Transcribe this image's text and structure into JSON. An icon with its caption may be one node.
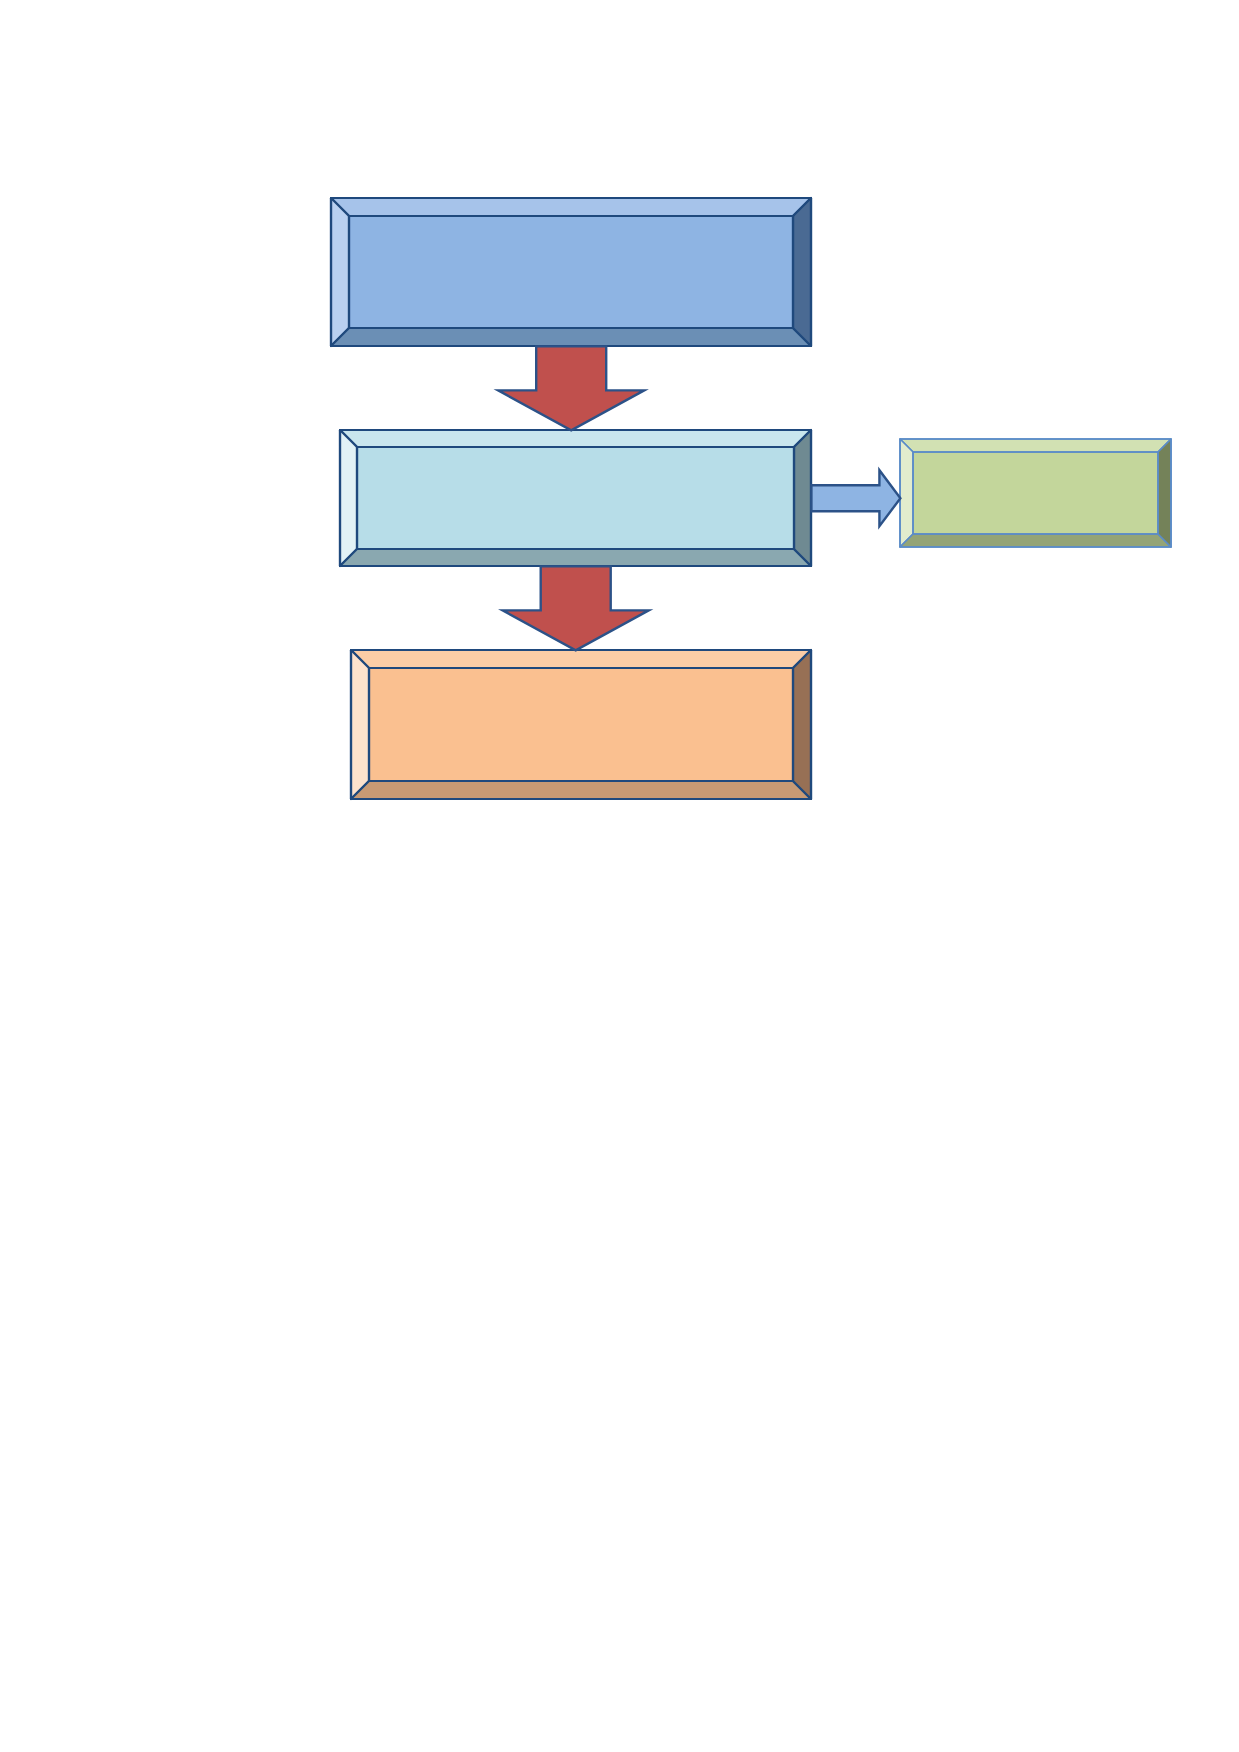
{
  "diagram": {
    "nodes": [
      {
        "text": [],
        "shape": "box"
      },
      {
        "text": [],
        "shape": "box"
      },
      {
        "text": [],
        "shape": "box"
      },
      {
        "text": [],
        "shape": "box"
      }
    ],
    "edges": [
      {
        "from": 0,
        "to": 1,
        "arrow": "to"
      },
      {
        "from": 1,
        "to": 2,
        "arrow": "to",
        "color": "#8eb4e3"
      },
      {
        "from": 1,
        "to": 3,
        "arrow": "to"
      }
    ]
  }
}
